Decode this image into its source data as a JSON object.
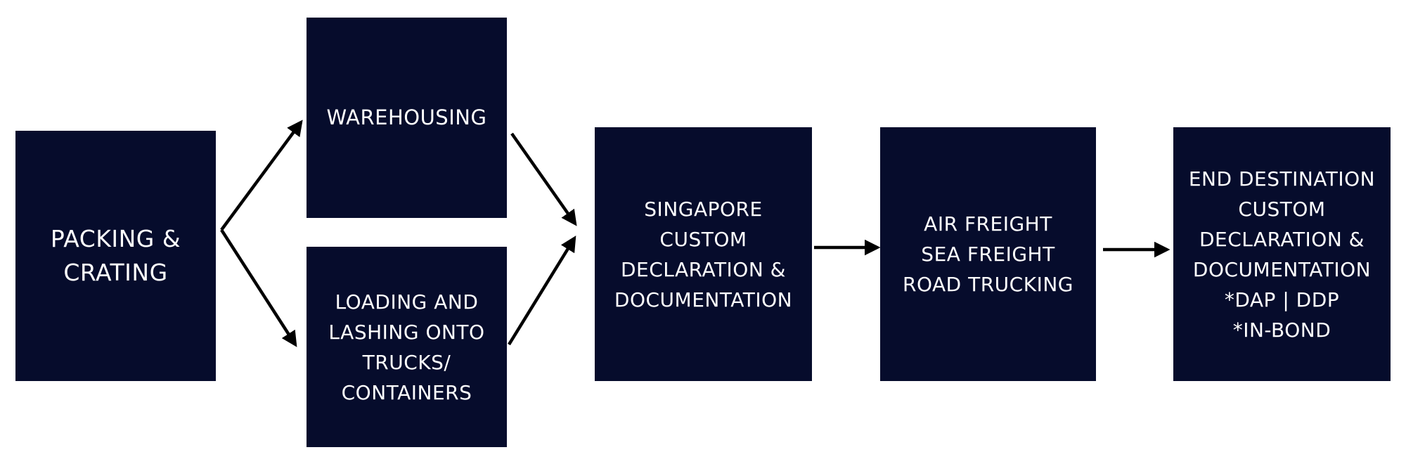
{
  "diagram": {
    "colors": {
      "box_fill": "#060c2c",
      "box_text": "#ffffff",
      "arrow": "#000000",
      "background": "#ffffff"
    },
    "nodes": {
      "packing": {
        "label": "PACKING &\nCRATING"
      },
      "warehousing": {
        "label": "WAREHOUSING"
      },
      "loading": {
        "label": "LOADING AND\nLASHING ONTO\nTRUCKS/\nCONTAINERS"
      },
      "singapore": {
        "label": "SINGAPORE\nCUSTOM\nDECLARATION &\nDOCUMENTATION"
      },
      "freight": {
        "label": "AIR FREIGHT\nSEA FREIGHT\nROAD TRUCKING"
      },
      "destination": {
        "label": "END DESTINATION\nCUSTOM\nDECLARATION &\nDOCUMENTATION\n*DAP | DDP\n*IN-BOND"
      }
    },
    "edges": [
      {
        "from": "packing",
        "to": "warehousing"
      },
      {
        "from": "packing",
        "to": "loading"
      },
      {
        "from": "warehousing",
        "to": "singapore"
      },
      {
        "from": "loading",
        "to": "singapore"
      },
      {
        "from": "singapore",
        "to": "freight"
      },
      {
        "from": "freight",
        "to": "destination"
      }
    ]
  }
}
